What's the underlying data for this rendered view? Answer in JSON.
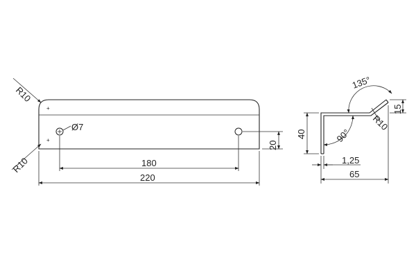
{
  "drawing": {
    "colors": {
      "line": "#222222",
      "background": "#ffffff"
    },
    "front_view": {
      "radius_top_left": "R10",
      "radius_bottom_left": "R10",
      "hole_diameter": "Ø7",
      "hole_spacing": "180",
      "overall_length": "220",
      "hole_height": "20"
    },
    "side_view": {
      "bend_angle_outer": "135°",
      "bend_angle_inner": "90°",
      "bend_radius": "R10",
      "flange_height": "40",
      "lip_height": "15",
      "thickness": "1,25",
      "overall_depth": "65"
    }
  }
}
